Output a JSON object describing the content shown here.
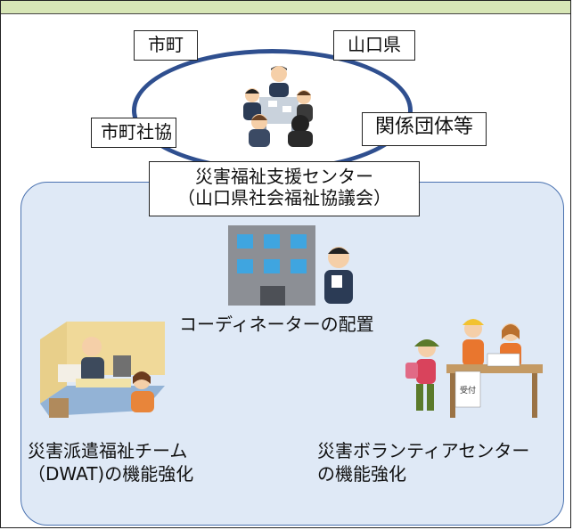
{
  "stakeholders": {
    "city": "市町",
    "prefecture": "山口県",
    "city_social_welfare": "市町社協",
    "related_groups": "関係団体等"
  },
  "center": {
    "line1": "災害福祉支援センター",
    "line2": "（山口県社会福祉協議会）"
  },
  "functions": {
    "coordinator": "コーディネーターの配置",
    "dwat_line1": "災害派遣福祉チーム",
    "dwat_line2": "（DWAT)の機能強化",
    "volunteer_line1": "災害ボランティアセンター",
    "volunteer_line2": "の機能強化"
  },
  "illustration_text": {
    "desk_sign": "受付"
  },
  "colors": {
    "header_bg": "#d7e6b6",
    "oval_stroke": "#2f4f8f",
    "panel_bg": "#dfe9f6",
    "panel_border": "#4a72b0"
  }
}
